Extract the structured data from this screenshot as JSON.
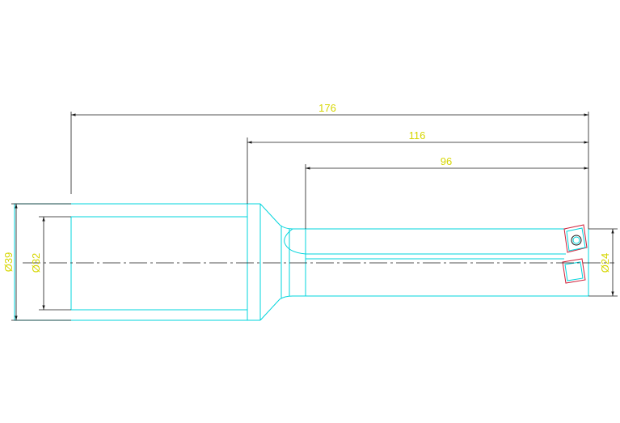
{
  "colors": {
    "background": "#ffffff",
    "outline": "#00d4dc",
    "dimension_line": "#1a1a1a",
    "dimension_text": "#d6d600",
    "insert_outline": "#d0203a",
    "centerline": "#1a1a1a"
  },
  "dimensions": {
    "overall_length": "176",
    "body_length": "116",
    "flute_length": "96",
    "shank_diameter": "Ø39",
    "shank_inner_diameter": "Ø32",
    "cutting_diameter": "Ø24"
  }
}
